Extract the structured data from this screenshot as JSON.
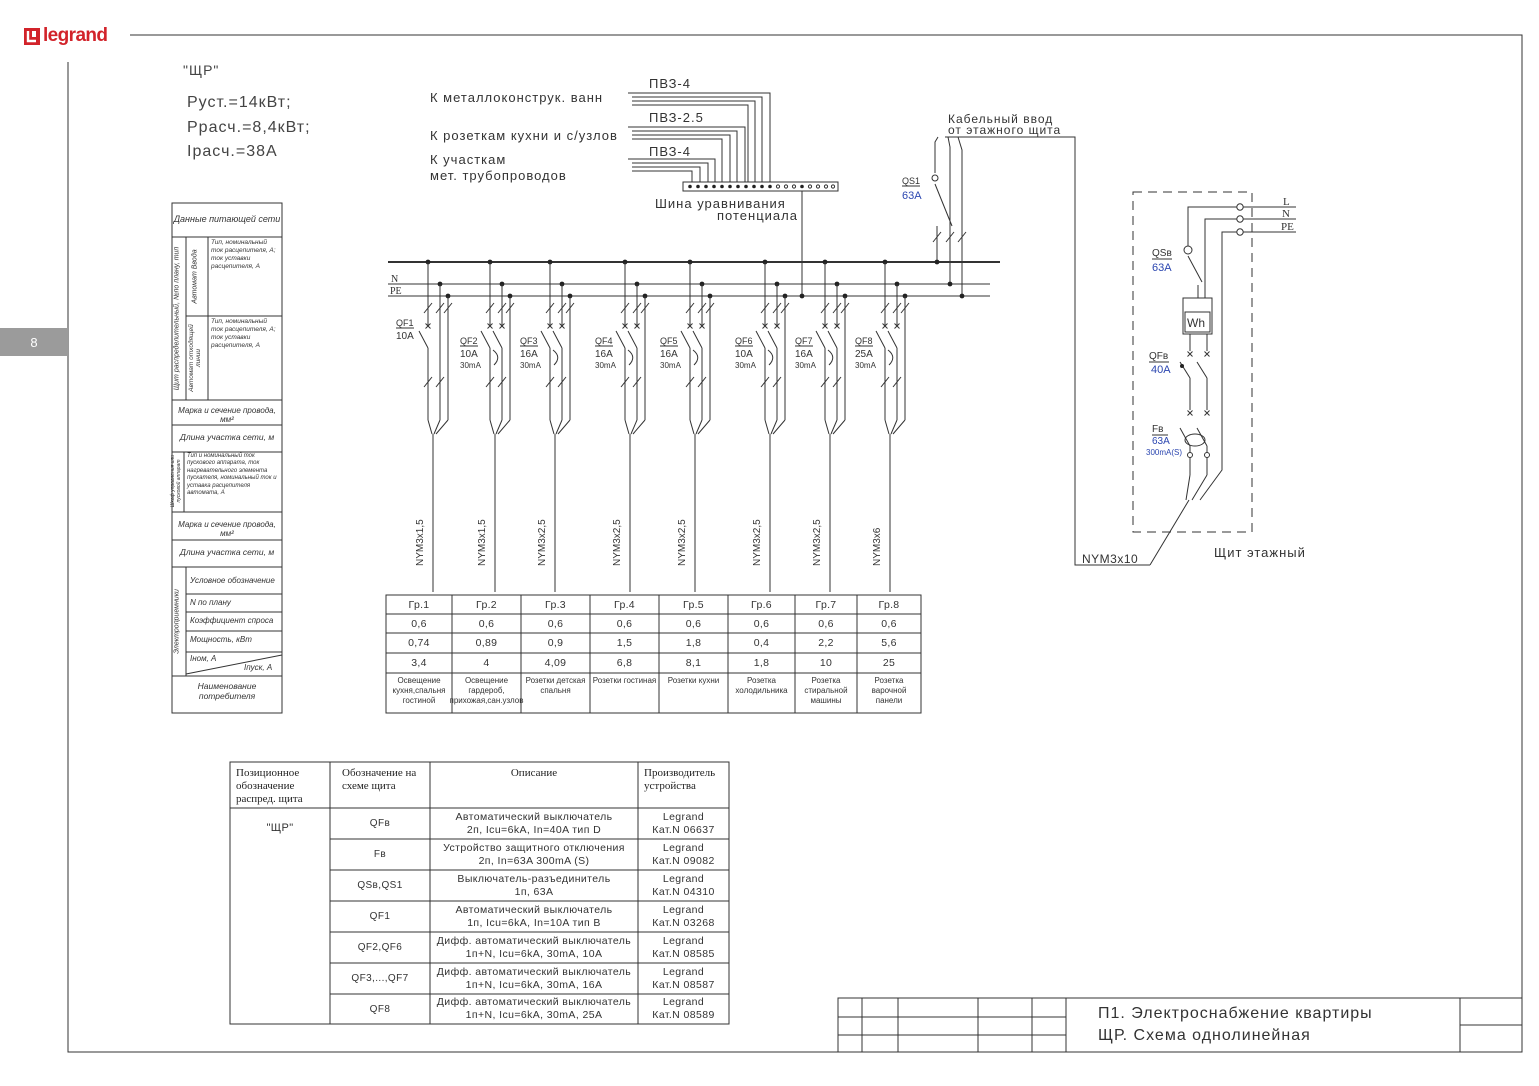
{
  "logo": {
    "text": "legrand"
  },
  "page_number": "8",
  "colors": {
    "brand": "#d2232a",
    "ratings": "#2b46b0",
    "tab": "#9b9b9b"
  },
  "header": {
    "shield_name": "\"ЩР\"",
    "p_inst": "Руст.=14кВт;",
    "p_calc": "Ррасч.=8,4кВт;",
    "i_calc": "Iрасч.=38А"
  },
  "diagram": {
    "to_bath": "К металлоконструк. ванн",
    "wire1": "ПВЗ-4",
    "wire2": "ПВЗ-2.5",
    "to_kitchen": "К розеткам кухни и с/узлов",
    "wire3": "ПВЗ-4",
    "to_pipes_1": "К участкам",
    "to_pipes_2": "мет. трубопроводов",
    "bus_1": "Шина уравнивания",
    "bus_2": "потенциала",
    "cable_in_1": "Кабельный ввод",
    "cable_in_2": "от этажного щита",
    "qs1_name": "QS1",
    "qs1_rating": "63A",
    "bus_n": "N",
    "bus_pe": "PE",
    "feeders": [
      {
        "name": "QF1",
        "rating": "10A",
        "cable": "NYM3x1,5"
      },
      {
        "name": "QF2",
        "rating": "10A",
        "rcd": "30mA",
        "cable": "NYM3x1,5"
      },
      {
        "name": "QF3",
        "rating": "16A",
        "rcd": "30mA",
        "cable": "NYM3x2,5"
      },
      {
        "name": "QF4",
        "rating": "16A",
        "rcd": "30mA",
        "cable": "NYM3x2,5"
      },
      {
        "name": "QF5",
        "rating": "16A",
        "rcd": "30mA",
        "cable": "NYM3x2,5"
      },
      {
        "name": "QF6",
        "rating": "10A",
        "rcd": "30mA",
        "cable": "NYM3x2,5"
      },
      {
        "name": "QF7",
        "rating": "16A",
        "rcd": "30mA",
        "cable": "NYM3x2,5"
      },
      {
        "name": "QF8",
        "rating": "25A",
        "rcd": "30mA",
        "cable": "NYM3x6"
      }
    ]
  },
  "floor_panel": {
    "l": "L",
    "n": "N",
    "pe": "PE",
    "qs_name": "QSв",
    "qs_rating": "63A",
    "meter": "Wh",
    "qf_name": "QFв",
    "qf_rating": "40A",
    "f_name": "Fв",
    "f_rating": "63A",
    "f_leak": "300mA(S)",
    "title": "Щит этажный",
    "cable": "NYM3x10"
  },
  "left_table": {
    "supply_data": "Данные питающей сети",
    "panel_vertical": "Щит распределительный, №по плану, тип",
    "input_breaker_vertical": "Автомат Ввода",
    "input_breaker_text": "Тип, номинальный ток расцепителя, А; ток уставки расцепителя, А",
    "outgoing_breaker_vertical": "Автомат отходящей линии",
    "outgoing_breaker_text": "Тип, номинальный ток расцепителя, А; ток уставки расцепителя, А",
    "wire_mark_1": "Марка и сечение провода, мм²",
    "length_1": "Длина участка сети, м",
    "starter_vertical": "Шкаф управления или пусковой аппарат",
    "starter_text": "Тип и номинальный ток пускового аппарата, ток нагревательного элемента пускателя, номинальный ток и уставка расцепителя автомата, А",
    "wire_mark_2": "Марка и сечение провода, мм²",
    "length_2": "Длина участка сети, м",
    "consumers_vertical": "Электроприемники",
    "symbol": "Условное обозначение",
    "plan_no": "N по плану",
    "demand": "Коэффициент спроса",
    "power": "Мощность, кВт",
    "i_nom": "Iном, А",
    "i_start": "Iпуск, А",
    "consumer_name": "Наименование потребителя"
  },
  "groups": {
    "headers": [
      "Гр.1",
      "Гр.2",
      "Гр.3",
      "Гр.4",
      "Гр.5",
      "Гр.6",
      "Гр.7",
      "Гр.8"
    ],
    "demand": [
      "0,6",
      "0,6",
      "0,6",
      "0,6",
      "0,6",
      "0,6",
      "0,6",
      "0,6"
    ],
    "power": [
      "0,74",
      "0,89",
      "0,9",
      "1,5",
      "1,8",
      "0,4",
      "2,2",
      "5,6"
    ],
    "current": [
      "3,4",
      "4",
      "4,09",
      "6,8",
      "8,1",
      "1,8",
      "10",
      "25"
    ],
    "names": [
      "Освещение кухня,спальня гостиной",
      "Освещение гардероб, прихожая,сан.узлов",
      "Розетки детская спальня",
      "Розетки гостиная",
      "Розетки кухни",
      "Розетка холодильника",
      "Розетка стиральной машины",
      "Розетка варочной панели"
    ]
  },
  "spec_table": {
    "headers": [
      "Позиционное обозначение распред. щита",
      "Обозначение на схеме щита",
      "Описание",
      "Производитель устройства"
    ],
    "shield": "\"ЩР\"",
    "rows": [
      {
        "mark": "QFв",
        "desc_1": "Автоматический выключатель",
        "desc_2": "2п, Icu=6kA, In=40A тип D",
        "maker": "Legrand",
        "cat": "Кат.N 06637"
      },
      {
        "mark": "Fв",
        "desc_1": "Устройство защитного отключения",
        "desc_2": "2п, In=63A 300mA (S)",
        "maker": "Legrand",
        "cat": "Кат.N 09082"
      },
      {
        "mark": "QSв,QS1",
        "desc_1": "Выключатель-разъединитель",
        "desc_2": "1п, 63А",
        "maker": "Legrand",
        "cat": "Кат.N 04310"
      },
      {
        "mark": "QF1",
        "desc_1": "Автоматический выключатель",
        "desc_2": "1п, Icu=6kA, In=10A тип B",
        "maker": "Legrand",
        "cat": "Кат.N 03268"
      },
      {
        "mark": "QF2,QF6",
        "desc_1": "Дифф. автоматический выключатель",
        "desc_2": "1п+N, Icu=6kA, 30mA, 10A",
        "maker": "Legrand",
        "cat": "Кат.N 08585"
      },
      {
        "mark": "QF3,...,QF7",
        "desc_1": "Дифф. автоматический выключатель",
        "desc_2": "1п+N, Icu=6kA, 30mA, 16A",
        "maker": "Legrand",
        "cat": "Кат.N 08587"
      },
      {
        "mark": "QF8",
        "desc_1": "Дифф. автоматический выключатель",
        "desc_2": "1п+N, Icu=6kA, 30mA, 25A",
        "maker": "Legrand",
        "cat": "Кат.N 08589"
      }
    ]
  },
  "title_block": {
    "line1": "П1. Электроснабжение квартиры",
    "line2": "ЩР. Схема однолинейная"
  }
}
